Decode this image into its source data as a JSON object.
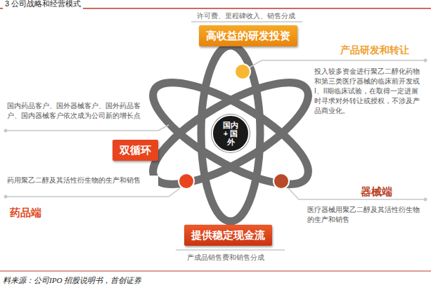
{
  "diagram": {
    "title": "3 公司战略和经营模式",
    "caption": "料来源：公司IPO 招股说明书，首创证券",
    "nodes": [
      {
        "text": [
          "高收益的研发投资"
        ]
      },
      {
        "text": [
          "国内 + 国外"
        ]
      },
      {
        "text": [
          "双循环"
        ]
      },
      {
        "text": [
          "提供稳定现金流"
        ]
      }
    ],
    "labels": [
      "许可费、里程碑收入、销售分成",
      "产品研发和转让",
      "投入较多资金进行聚乙二醇化药物和第三类医疗器械的临床前开发或I、II期临床试验，在取得一定进展时寻求对外转让或授权，不涉及产品商业化。",
      "国内药品客户、国外器械客户、国外药品客户、国内器械客户依次成为公司新的增长点",
      "药用聚乙二醇及其活性衍生物的生产和销售",
      "药品端",
      "器械端",
      "医疗器械用聚乙二醇及其活性衍生物的生产和销售",
      "产成品销售费和销售分成"
    ]
  }
}
